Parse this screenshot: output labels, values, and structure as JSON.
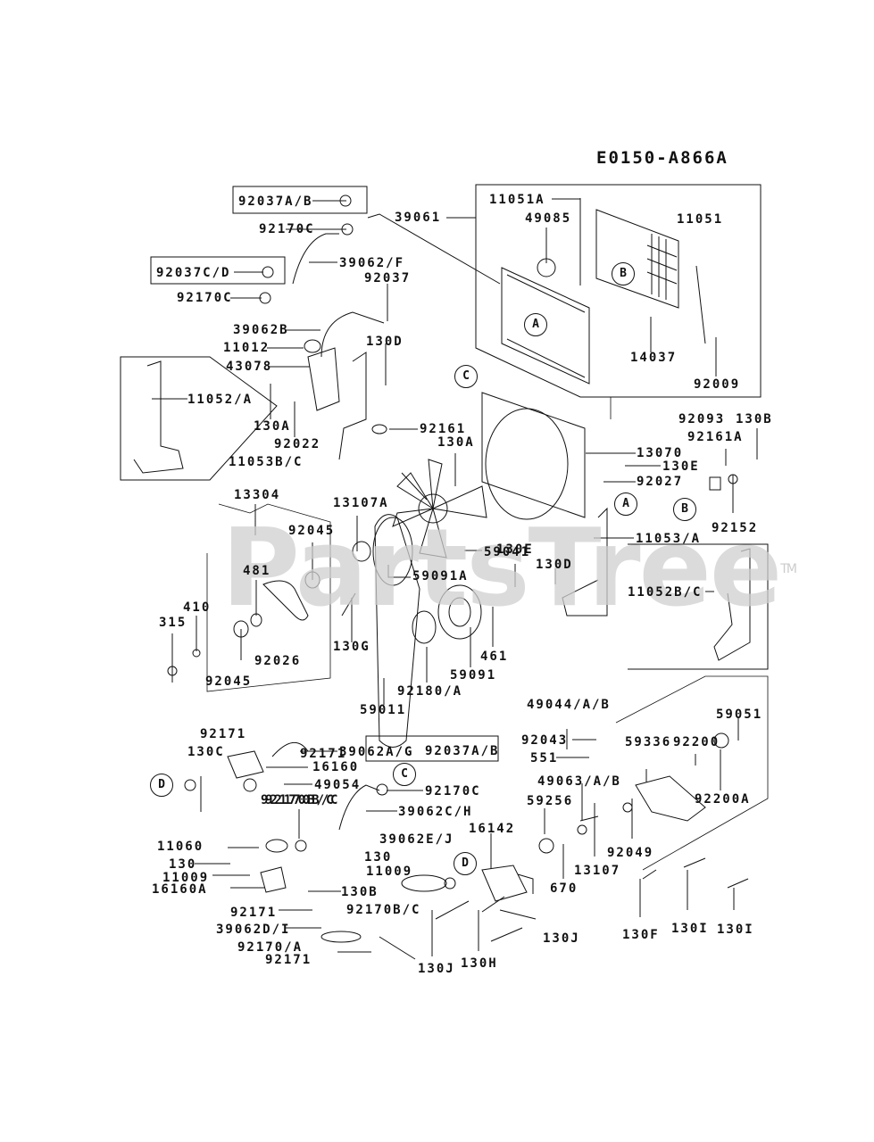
{
  "diagram": {
    "code": "E0150-A866A",
    "watermark": "PartsTree",
    "watermark_tm": "TM",
    "ref_markers": {
      "A": "A",
      "B": "B",
      "C": "C",
      "D": "D"
    },
    "parts": [
      {
        "id": "92037A/B",
        "group": "top-hose-clamps"
      },
      {
        "id": "92170C",
        "group": "top-hose-clamps"
      },
      {
        "id": "92037C/D",
        "group": "top-hose-clamps"
      },
      {
        "id": "92170C",
        "group": "top-hose-clamps"
      },
      {
        "id": "39062/F",
        "group": "upper-hose"
      },
      {
        "id": "92037",
        "group": "upper-hose"
      },
      {
        "id": "39061",
        "group": "radiator"
      },
      {
        "id": "11051A",
        "group": "radiator"
      },
      {
        "id": "49085",
        "group": "radiator"
      },
      {
        "id": "11051",
        "group": "radiator"
      },
      {
        "id": "14037",
        "group": "radiator"
      },
      {
        "id": "92009",
        "group": "radiator"
      },
      {
        "id": "39062B",
        "group": "reservoir"
      },
      {
        "id": "11012",
        "group": "reservoir"
      },
      {
        "id": "43078",
        "group": "reservoir"
      },
      {
        "id": "130D",
        "group": "reservoir"
      },
      {
        "id": "11052/A",
        "group": "bracket"
      },
      {
        "id": "130A",
        "group": "reservoir"
      },
      {
        "id": "92022",
        "group": "reservoir"
      },
      {
        "id": "11053B/C",
        "group": "reservoir"
      },
      {
        "id": "92161",
        "group": "reservoir"
      },
      {
        "id": "130A",
        "group": "fan"
      },
      {
        "id": "13070",
        "group": "shroud"
      },
      {
        "id": "130E",
        "group": "shroud"
      },
      {
        "id": "92027",
        "group": "shroud"
      },
      {
        "id": "92093",
        "group": "mount"
      },
      {
        "id": "92161A",
        "group": "mount"
      },
      {
        "id": "130B",
        "group": "mount"
      },
      {
        "id": "92152",
        "group": "mount"
      },
      {
        "id": "13304",
        "group": "tensioner"
      },
      {
        "id": "13107A",
        "group": "tensioner"
      },
      {
        "id": "92045",
        "group": "tensioner"
      },
      {
        "id": "481",
        "group": "tensioner"
      },
      {
        "id": "410",
        "group": "tensioner"
      },
      {
        "id": "315",
        "group": "tensioner"
      },
      {
        "id": "92045",
        "group": "tensioner"
      },
      {
        "id": "92026",
        "group": "tensioner"
      },
      {
        "id": "130G",
        "group": "tensioner"
      },
      {
        "id": "59041",
        "group": "fan"
      },
      {
        "id": "59091A",
        "group": "fan"
      },
      {
        "id": "130E",
        "group": "fan"
      },
      {
        "id": "130D",
        "group": "bracket"
      },
      {
        "id": "11053/A",
        "group": "bracket"
      },
      {
        "id": "11052B/C",
        "group": "bracket"
      },
      {
        "id": "461",
        "group": "fan"
      },
      {
        "id": "59091",
        "group": "fan"
      },
      {
        "id": "92180/A",
        "group": "fan"
      },
      {
        "id": "59011",
        "group": "belt"
      },
      {
        "id": "92171",
        "group": "thermostat"
      },
      {
        "id": "130C",
        "group": "thermostat"
      },
      {
        "id": "39062A/G",
        "group": "thermostat"
      },
      {
        "id": "92171",
        "group": "thermostat"
      },
      {
        "id": "16160",
        "group": "thermostat"
      },
      {
        "id": "92037A/B",
        "group": "thermostat"
      },
      {
        "id": "49054",
        "group": "thermostat"
      },
      {
        "id": "92170B/C",
        "group": "thermostat"
      },
      {
        "id": "92170C",
        "group": "lower-hose"
      },
      {
        "id": "92170B/C",
        "group": "thermostat"
      },
      {
        "id": "39062C/H",
        "group": "lower-hose"
      },
      {
        "id": "39062E/J",
        "group": "lower-hose"
      },
      {
        "id": "11060",
        "group": "thermostat"
      },
      {
        "id": "130",
        "group": "thermostat"
      },
      {
        "id": "130",
        "group": "thermostat"
      },
      {
        "id": "11009",
        "group": "thermostat"
      },
      {
        "id": "11009",
        "group": "thermostat"
      },
      {
        "id": "16160A",
        "group": "thermostat"
      },
      {
        "id": "130B",
        "group": "thermostat"
      },
      {
        "id": "92171",
        "group": "thermostat"
      },
      {
        "id": "39062D/I",
        "group": "thermostat"
      },
      {
        "id": "92170/A",
        "group": "thermostat"
      },
      {
        "id": "92171",
        "group": "thermostat"
      },
      {
        "id": "16142",
        "group": "pump"
      },
      {
        "id": "92170B/C",
        "group": "pump"
      },
      {
        "id": "130J",
        "group": "pump"
      },
      {
        "id": "130H",
        "group": "pump"
      },
      {
        "id": "130J",
        "group": "pump"
      },
      {
        "id": "49044/A/B",
        "group": "pump"
      },
      {
        "id": "92043",
        "group": "pump"
      },
      {
        "id": "551",
        "group": "pump"
      },
      {
        "id": "49063/A/B",
        "group": "pump"
      },
      {
        "id": "59256",
        "group": "pump"
      },
      {
        "id": "670",
        "group": "pump"
      },
      {
        "id": "13107",
        "group": "pump"
      },
      {
        "id": "59051",
        "group": "housing"
      },
      {
        "id": "92200",
        "group": "housing"
      },
      {
        "id": "59336",
        "group": "housing"
      },
      {
        "id": "92200A",
        "group": "housing"
      },
      {
        "id": "92049",
        "group": "housing"
      },
      {
        "id": "130F",
        "group": "housing"
      },
      {
        "id": "130I",
        "group": "housing"
      },
      {
        "id": "130I",
        "group": "housing"
      }
    ]
  }
}
